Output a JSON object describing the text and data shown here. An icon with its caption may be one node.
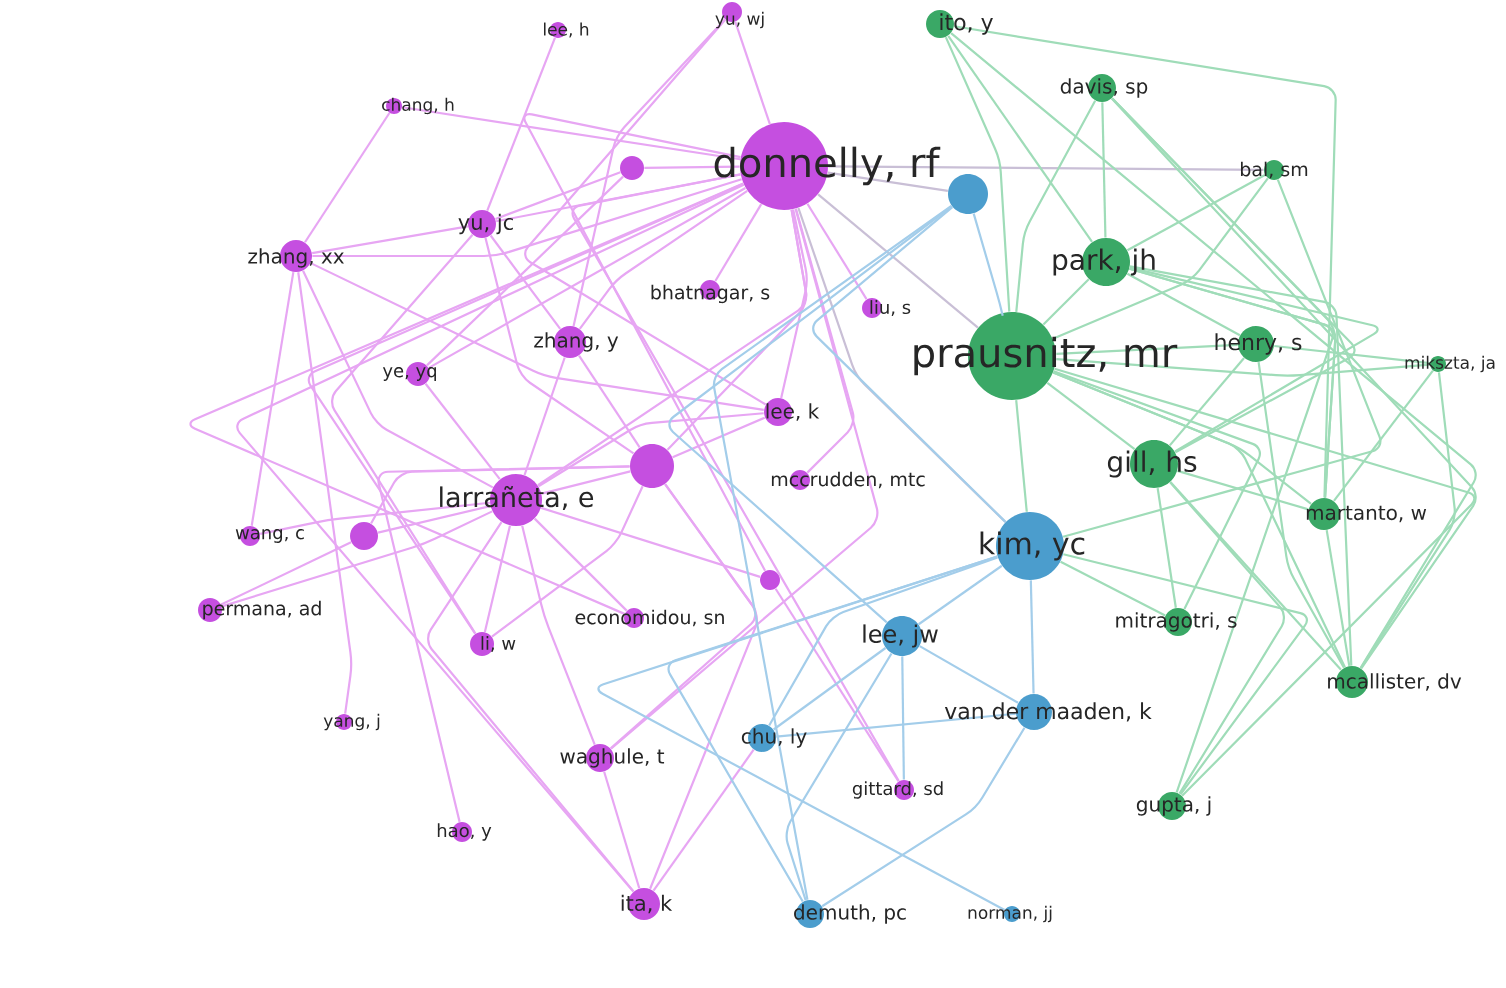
{
  "diagram": {
    "nodes": [
      {
        "text": [
          "donnelly, rf"
        ]
      },
      {
        "text": [
          "prausnitz, mr"
        ]
      },
      {
        "text": [
          "kim, yc"
        ]
      },
      {
        "text": [
          "larrañeta, e"
        ]
      },
      {
        "text": [
          "park, jh"
        ]
      },
      {
        "text": [
          "gill, hs"
        ]
      },
      {
        "text": [
          "lee, jw"
        ]
      },
      {
        "text": [
          "ito, y"
        ]
      },
      {
        "text": [
          "davis, sp"
        ]
      },
      {
        "text": [
          "bal, sm"
        ]
      },
      {
        "text": [
          "henry, s"
        ]
      },
      {
        "text": [
          "mikszta, ja"
        ]
      },
      {
        "text": [
          "martanto, w"
        ]
      },
      {
        "text": [
          "mitragotri, s"
        ]
      },
      {
        "text": [
          "mcallister, dv"
        ]
      },
      {
        "text": [
          "van der maaden, k"
        ]
      },
      {
        "text": [
          "gupta, j"
        ]
      },
      {
        "text": [
          "norman, jj"
        ]
      },
      {
        "text": [
          "demuth, pc"
        ]
      },
      {
        "text": [
          "gittard, sd"
        ]
      },
      {
        "text": [
          "chu, ly"
        ]
      },
      {
        "text": [
          "ita, k"
        ]
      },
      {
        "text": [
          "waghule, t"
        ]
      },
      {
        "text": [
          "hao, y"
        ]
      },
      {
        "text": [
          "economidou, sn"
        ]
      },
      {
        "text": [
          "li, w"
        ]
      },
      {
        "text": [
          "yang, j"
        ]
      },
      {
        "text": [
          "permana, ad"
        ]
      },
      {
        "text": [
          "wang, c"
        ]
      },
      {
        "text": [
          "ye, yq"
        ]
      },
      {
        "text": [
          "zhang, y"
        ]
      },
      {
        "text": [
          "zhang, xx"
        ]
      },
      {
        "text": [
          "yu, jc"
        ]
      },
      {
        "text": [
          "chang, h"
        ]
      },
      {
        "text": [
          "lee, h"
        ]
      },
      {
        "text": [
          "yu, wj"
        ]
      },
      {
        "text": [
          "bhatnagar, s"
        ]
      },
      {
        "text": [
          "liu, s"
        ]
      },
      {
        "text": [
          "lee, k"
        ]
      },
      {
        "text": [
          "mccrudden, mtc"
        ]
      },
      {
        "text": [],
        "shape": "circle"
      },
      {
        "text": [],
        "shape": "circle"
      },
      {
        "text": [],
        "shape": "circle"
      },
      {
        "text": [],
        "shape": "circle"
      },
      {
        "text": [],
        "shape": "circle"
      }
    ],
    "edges": [
      {
        "from": 0,
        "to": 3,
        "arrow": "none"
      },
      {
        "from": 0,
        "to": 30,
        "arrow": "none"
      },
      {
        "from": 0,
        "to": 32,
        "arrow": "none"
      },
      {
        "from": 0,
        "to": 31,
        "arrow": "none"
      },
      {
        "from": 0,
        "to": 36,
        "arrow": "none"
      },
      {
        "from": 0,
        "to": 38,
        "arrow": "none"
      },
      {
        "from": 0,
        "to": 42,
        "arrow": "none"
      },
      {
        "from": 0,
        "to": 39,
        "arrow": "none"
      },
      {
        "from": 0,
        "to": 22,
        "arrow": "none"
      },
      {
        "from": 0,
        "to": 21,
        "arrow": "none"
      },
      {
        "from": 0,
        "to": 24,
        "arrow": "none"
      },
      {
        "from": 0,
        "to": 29,
        "arrow": "none"
      },
      {
        "from": 0,
        "to": 33,
        "arrow": "none"
      },
      {
        "from": 0,
        "to": 40,
        "arrow": "none"
      },
      {
        "from": 0,
        "to": 35,
        "arrow": "none"
      },
      {
        "from": 0,
        "to": 37,
        "arrow": "none"
      },
      {
        "from": 0,
        "to": 25,
        "arrow": "none"
      },
      {
        "from": 0,
        "to": 44,
        "arrow": "none"
      },
      {
        "from": 0,
        "to": 19,
        "arrow": "none"
      },
      {
        "from": 3,
        "to": 42,
        "arrow": "none"
      },
      {
        "from": 3,
        "to": 30,
        "arrow": "none"
      },
      {
        "from": 3,
        "to": 31,
        "arrow": "none"
      },
      {
        "from": 3,
        "to": 25,
        "arrow": "none"
      },
      {
        "from": 3,
        "to": 22,
        "arrow": "none"
      },
      {
        "from": 3,
        "to": 21,
        "arrow": "none"
      },
      {
        "from": 3,
        "to": 27,
        "arrow": "none"
      },
      {
        "from": 3,
        "to": 43,
        "arrow": "none"
      },
      {
        "from": 3,
        "to": 38,
        "arrow": "none"
      },
      {
        "from": 3,
        "to": 24,
        "arrow": "none"
      },
      {
        "from": 3,
        "to": 29,
        "arrow": "none"
      },
      {
        "from": 3,
        "to": 28,
        "arrow": "none"
      },
      {
        "from": 3,
        "to": 44,
        "arrow": "none"
      },
      {
        "from": 42,
        "to": 30,
        "arrow": "none"
      },
      {
        "from": 42,
        "to": 38,
        "arrow": "none"
      },
      {
        "from": 42,
        "to": 23,
        "arrow": "none"
      },
      {
        "from": 42,
        "to": 22,
        "arrow": "none"
      },
      {
        "from": 42,
        "to": 25,
        "arrow": "none"
      },
      {
        "from": 42,
        "to": 32,
        "arrow": "none"
      },
      {
        "from": 42,
        "to": 43,
        "arrow": "none"
      },
      {
        "from": 42,
        "to": 21,
        "arrow": "none"
      },
      {
        "from": 32,
        "to": 40,
        "arrow": "none"
      },
      {
        "from": 32,
        "to": 31,
        "arrow": "none"
      },
      {
        "from": 32,
        "to": 34,
        "arrow": "none"
      },
      {
        "from": 32,
        "to": 30,
        "arrow": "none"
      },
      {
        "from": 32,
        "to": 25,
        "arrow": "none"
      },
      {
        "from": 31,
        "to": 33,
        "arrow": "none"
      },
      {
        "from": 31,
        "to": 28,
        "arrow": "none"
      },
      {
        "from": 31,
        "to": 26,
        "arrow": "none"
      },
      {
        "from": 31,
        "to": 38,
        "arrow": "none"
      },
      {
        "from": 40,
        "to": 29,
        "arrow": "none"
      },
      {
        "from": 35,
        "to": 30,
        "arrow": "none"
      },
      {
        "from": 35,
        "to": 38,
        "arrow": "none"
      },
      {
        "from": 21,
        "to": 22,
        "arrow": "none"
      },
      {
        "from": 21,
        "to": 20,
        "arrow": "none"
      },
      {
        "from": 43,
        "to": 27,
        "arrow": "none"
      },
      {
        "from": 44,
        "to": 19,
        "arrow": "none"
      },
      {
        "from": 0,
        "to": 1,
        "arrow": "none",
        "color": "#c9bfd6"
      },
      {
        "from": 0,
        "to": 2,
        "arrow": "none",
        "color": "#c9bfd6"
      },
      {
        "from": 0,
        "to": 9,
        "arrow": "none",
        "color": "#c9bfd6"
      },
      {
        "from": 0,
        "to": 41,
        "arrow": "none",
        "color": "#c9bfd6"
      },
      {
        "from": 1,
        "to": 4,
        "arrow": "none",
        "color": "#9fdcb8"
      },
      {
        "from": 1,
        "to": 5,
        "arrow": "none",
        "color": "#9fdcb8"
      },
      {
        "from": 1,
        "to": 7,
        "arrow": "none",
        "color": "#9fdcb8"
      },
      {
        "from": 1,
        "to": 8,
        "arrow": "none",
        "color": "#9fdcb8"
      },
      {
        "from": 1,
        "to": 10,
        "arrow": "none",
        "color": "#9fdcb8"
      },
      {
        "from": 1,
        "to": 12,
        "arrow": "none",
        "color": "#9fdcb8"
      },
      {
        "from": 1,
        "to": 13,
        "arrow": "none",
        "color": "#9fdcb8"
      },
      {
        "from": 1,
        "to": 14,
        "arrow": "none",
        "color": "#9fdcb8"
      },
      {
        "from": 1,
        "to": 16,
        "arrow": "none",
        "color": "#9fdcb8"
      },
      {
        "from": 1,
        "to": 11,
        "arrow": "none",
        "color": "#9fdcb8"
      },
      {
        "from": 1,
        "to": 9,
        "arrow": "none",
        "color": "#9fdcb8"
      },
      {
        "from": 1,
        "to": 2,
        "arrow": "none",
        "color": "#9fdcb8"
      },
      {
        "from": 4,
        "to": 8,
        "arrow": "none",
        "color": "#9fdcb8"
      },
      {
        "from": 4,
        "to": 7,
        "arrow": "none",
        "color": "#9fdcb8"
      },
      {
        "from": 4,
        "to": 9,
        "arrow": "none",
        "color": "#9fdcb8"
      },
      {
        "from": 4,
        "to": 10,
        "arrow": "none",
        "color": "#9fdcb8"
      },
      {
        "from": 4,
        "to": 5,
        "arrow": "none",
        "color": "#9fdcb8"
      },
      {
        "from": 4,
        "to": 12,
        "arrow": "none",
        "color": "#9fdcb8"
      },
      {
        "from": 4,
        "to": 14,
        "arrow": "none",
        "color": "#9fdcb8"
      },
      {
        "from": 5,
        "to": 8,
        "arrow": "none",
        "color": "#9fdcb8"
      },
      {
        "from": 5,
        "to": 10,
        "arrow": "none",
        "color": "#9fdcb8"
      },
      {
        "from": 5,
        "to": 12,
        "arrow": "none",
        "color": "#9fdcb8"
      },
      {
        "from": 5,
        "to": 14,
        "arrow": "none",
        "color": "#9fdcb8"
      },
      {
        "from": 5,
        "to": 13,
        "arrow": "none",
        "color": "#9fdcb8"
      },
      {
        "from": 5,
        "to": 16,
        "arrow": "none",
        "color": "#9fdcb8"
      },
      {
        "from": 8,
        "to": 14,
        "arrow": "none",
        "color": "#9fdcb8"
      },
      {
        "from": 8,
        "to": 12,
        "arrow": "none",
        "color": "#9fdcb8"
      },
      {
        "from": 10,
        "to": 11,
        "arrow": "none",
        "color": "#9fdcb8"
      },
      {
        "from": 10,
        "to": 14,
        "arrow": "none",
        "color": "#9fdcb8"
      },
      {
        "from": 12,
        "to": 14,
        "arrow": "none",
        "color": "#9fdcb8"
      },
      {
        "from": 7,
        "to": 14,
        "arrow": "none",
        "color": "#9fdcb8"
      },
      {
        "from": 7,
        "to": 12,
        "arrow": "none",
        "color": "#9fdcb8"
      },
      {
        "from": 11,
        "to": 12,
        "arrow": "none",
        "color": "#9fdcb8"
      },
      {
        "from": 11,
        "to": 14,
        "arrow": "none",
        "color": "#9fdcb8"
      },
      {
        "from": 13,
        "to": 2,
        "arrow": "none",
        "color": "#9fdcb8"
      },
      {
        "from": 16,
        "to": 4,
        "arrow": "none",
        "color": "#9fdcb8"
      },
      {
        "from": 16,
        "to": 2,
        "arrow": "none",
        "color": "#9fdcb8"
      },
      {
        "from": 9,
        "to": 2,
        "arrow": "none",
        "color": "#9fdcb8"
      },
      {
        "from": 2,
        "to": 41,
        "arrow": "none",
        "color": "#a3cdea"
      },
      {
        "from": 2,
        "to": 6,
        "arrow": "none",
        "color": "#a3cdea"
      },
      {
        "from": 2,
        "to": 15,
        "arrow": "none",
        "color": "#a3cdea"
      },
      {
        "from": 2,
        "to": 18,
        "arrow": "none",
        "color": "#a3cdea"
      },
      {
        "from": 2,
        "to": 17,
        "arrow": "none",
        "color": "#a3cdea"
      },
      {
        "from": 2,
        "to": 20,
        "arrow": "none",
        "color": "#a3cdea"
      },
      {
        "from": 6,
        "to": 15,
        "arrow": "none",
        "color": "#a3cdea"
      },
      {
        "from": 6,
        "to": 18,
        "arrow": "none",
        "color": "#a3cdea"
      },
      {
        "from": 6,
        "to": 20,
        "arrow": "none",
        "color": "#a3cdea"
      },
      {
        "from": 41,
        "to": 1,
        "arrow": "none",
        "color": "#a3cdea"
      },
      {
        "from": 41,
        "to": 6,
        "arrow": "none",
        "color": "#a3cdea"
      },
      {
        "from": 41,
        "to": 18,
        "arrow": "none",
        "color": "#a3cdea"
      },
      {
        "from": 15,
        "to": 18,
        "arrow": "none",
        "color": "#a3cdea"
      },
      {
        "from": 15,
        "to": 20,
        "arrow": "none",
        "color": "#a3cdea"
      },
      {
        "from": 6,
        "to": 19,
        "arrow": "none",
        "color": "#a3cdea"
      }
    ]
  }
}
